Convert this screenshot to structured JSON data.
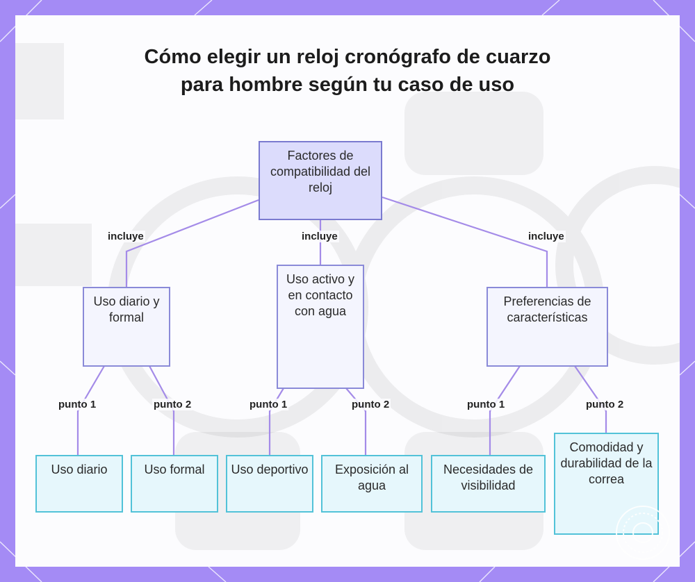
{
  "title": "Cómo elegir un reloj cronógrafo de cuarzo para hombre según tu caso de uso",
  "root": {
    "label": "Factores de compatibilidad del reloj"
  },
  "branches": [
    {
      "edge_label": "incluye",
      "label": "Uso diario y formal",
      "children": [
        {
          "edge_label": "punto 1",
          "label": "Uso diario"
        },
        {
          "edge_label": "punto 2",
          "label": "Uso formal"
        }
      ]
    },
    {
      "edge_label": "incluye",
      "label": "Uso activo y en contacto con agua",
      "children": [
        {
          "edge_label": "punto 1",
          "label": "Uso deportivo"
        },
        {
          "edge_label": "punto 2",
          "label": "Exposición al agua"
        }
      ]
    },
    {
      "edge_label": "incluye",
      "label": "Preferencias de características",
      "children": [
        {
          "edge_label": "punto 1",
          "label": "Necesidades de visibilidad"
        },
        {
          "edge_label": "punto 2",
          "label": "Comodidad y durabilidad de la correa"
        }
      ]
    }
  ],
  "colors": {
    "frame": "#a48bf5",
    "root_fill": "#dcdcfc",
    "root_border": "#7a7ad0",
    "mid_fill": "#f4f5fe",
    "mid_border": "#8a8ad8",
    "leaf_fill": "#e6f7fc",
    "leaf_border": "#52c2d8",
    "connector": "#a48be8"
  }
}
